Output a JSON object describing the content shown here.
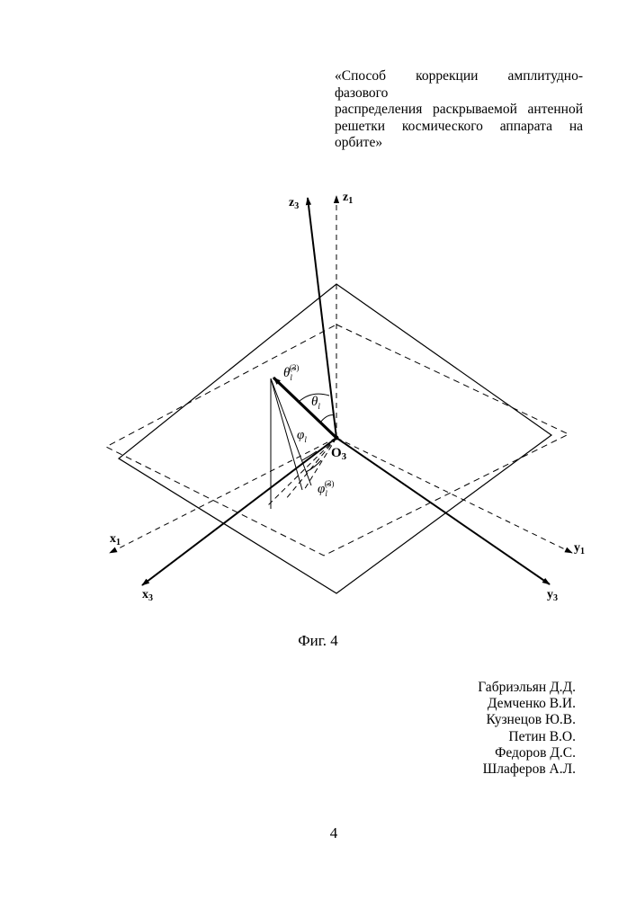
{
  "title_lines": [
    "«Способ коррекции амплитудно-фазового",
    "распределения раскрываемой антенной",
    "решетки космического аппарата на орбите»"
  ],
  "figure": {
    "caption": "Фиг. 4",
    "axis_labels": {
      "z3": {
        "base": "z",
        "sub": "3"
      },
      "z1": {
        "base": "z",
        "sub": "1"
      },
      "x1": {
        "base": "x",
        "sub": "1"
      },
      "y1": {
        "base": "y",
        "sub": "1"
      },
      "x3": {
        "base": "x",
        "sub": "3"
      },
      "y3": {
        "base": "y",
        "sub": "3"
      },
      "origin": {
        "base": "O",
        "sub": "3"
      }
    },
    "angle_labels": {
      "theta_hat": {
        "base": "θ̂",
        "sub": "l",
        "sup": "(3)"
      },
      "theta": {
        "base": "θ",
        "sub": "l"
      },
      "phi": {
        "base": "φ",
        "sub": "l"
      },
      "phi_hat": {
        "base": "φ̂",
        "sub": "l",
        "sup": "(3)"
      }
    }
  },
  "authors": [
    "Габриэльян Д.Д.",
    "Демченко В.И.",
    "Кузнецов Ю.В.",
    "Петин В.О.",
    "Федоров Д.С.",
    "Шлаферов А.Л."
  ],
  "page_number": "4"
}
